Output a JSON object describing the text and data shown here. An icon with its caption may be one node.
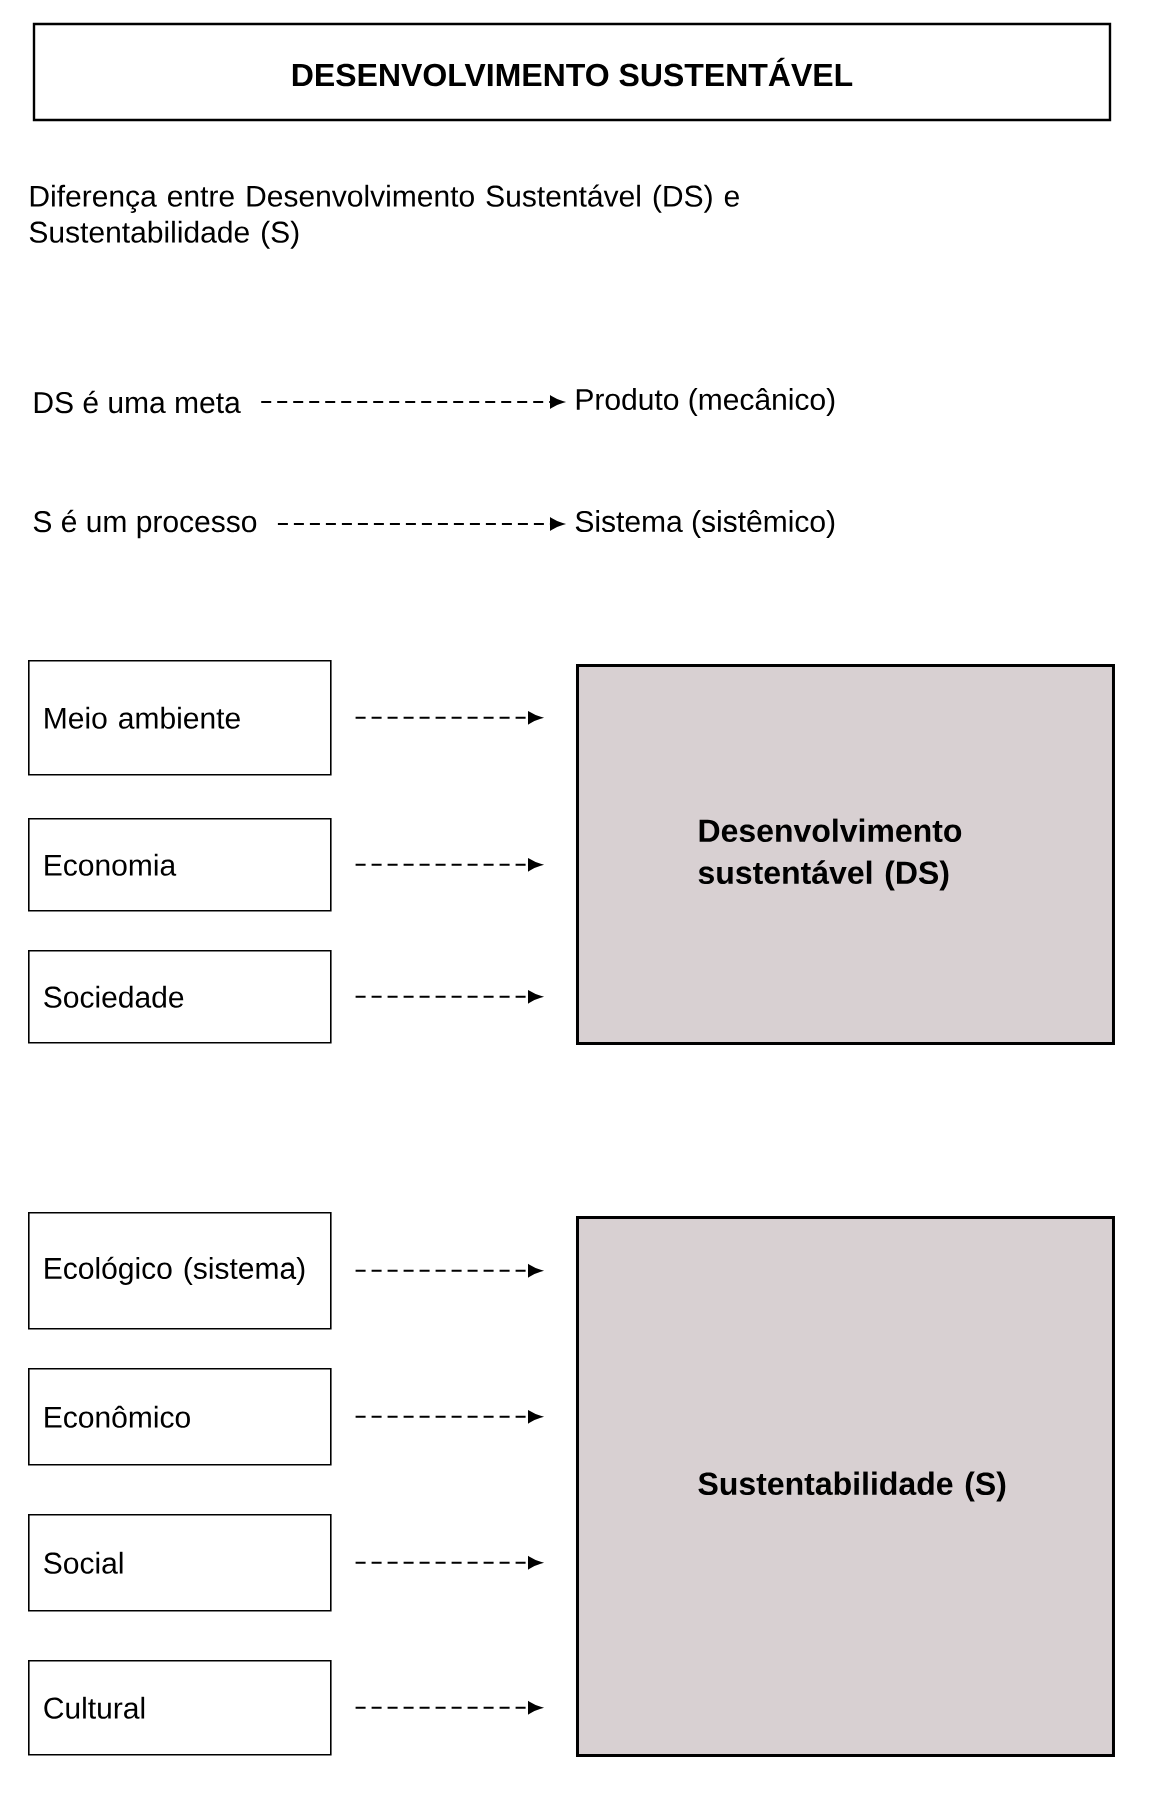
{
  "diagram": {
    "title": "DESENVOLVIMENTO SUSTENTÁVEL",
    "nodes": [
      {
        "text": [
          "DS é uma meta"
        ]
      },
      {
        "text": [
          "Produto (mecânico)"
        ]
      },
      {
        "text": [
          "S é um processo"
        ]
      },
      {
        "text": [
          "Sistema (sistêmico)"
        ]
      },
      {
        "text": [
          "Meio ambiente"
        ]
      },
      {
        "text": [
          "Economia"
        ]
      },
      {
        "text": [
          "Sociedade"
        ]
      },
      {
        "text": [
          "Desenvolvimento sustentável (DS)"
        ]
      },
      {
        "text": [
          "Ecológico (sistema)"
        ]
      },
      {
        "text": [
          "Econômico"
        ]
      },
      {
        "text": [
          "Social"
        ]
      },
      {
        "text": [
          "Cultural"
        ]
      },
      {
        "text": [
          "Sustentabilidade (S)"
        ]
      }
    ],
    "edges": [
      {
        "from": 0,
        "to": 1,
        "arrow": "to",
        "style": "dashed"
      },
      {
        "from": 2,
        "to": 3,
        "arrow": "to",
        "style": "dashed"
      },
      {
        "from": 4,
        "to": 7,
        "arrow": "to",
        "style": "dashed"
      },
      {
        "from": 5,
        "to": 7,
        "arrow": "to",
        "style": "dashed"
      },
      {
        "from": 6,
        "to": 7,
        "arrow": "to",
        "style": "dashed"
      },
      {
        "from": 8,
        "to": 12,
        "arrow": "to",
        "style": "dashed"
      },
      {
        "from": 9,
        "to": 12,
        "arrow": "to",
        "style": "dashed"
      },
      {
        "from": 10,
        "to": 12,
        "arrow": "to",
        "style": "dashed"
      },
      {
        "from": 11,
        "to": 12,
        "arrow": "to",
        "style": "dashed"
      }
    ],
    "labels": [
      "Diferença entre Desenvolvimento Sustentável (DS) e Sustentabilidade (S)"
    ]
  }
}
